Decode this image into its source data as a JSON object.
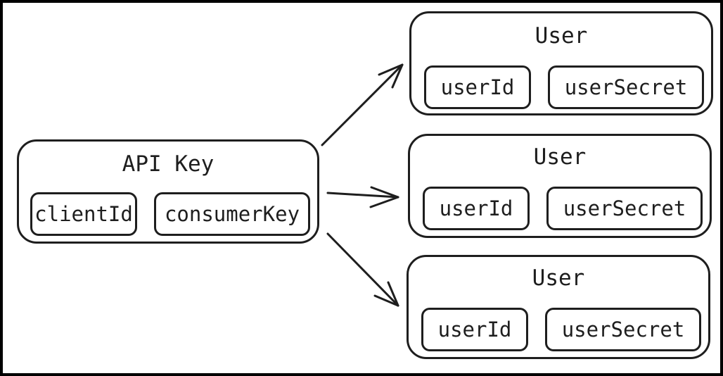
{
  "api_key": {
    "title": "API Key",
    "fields": [
      "clientId",
      "consumerKey"
    ]
  },
  "users": [
    {
      "title": "User",
      "fields": [
        "userId",
        "userSecret"
      ]
    },
    {
      "title": "User",
      "fields": [
        "userId",
        "userSecret"
      ]
    },
    {
      "title": "User",
      "fields": [
        "userId",
        "userSecret"
      ]
    }
  ]
}
